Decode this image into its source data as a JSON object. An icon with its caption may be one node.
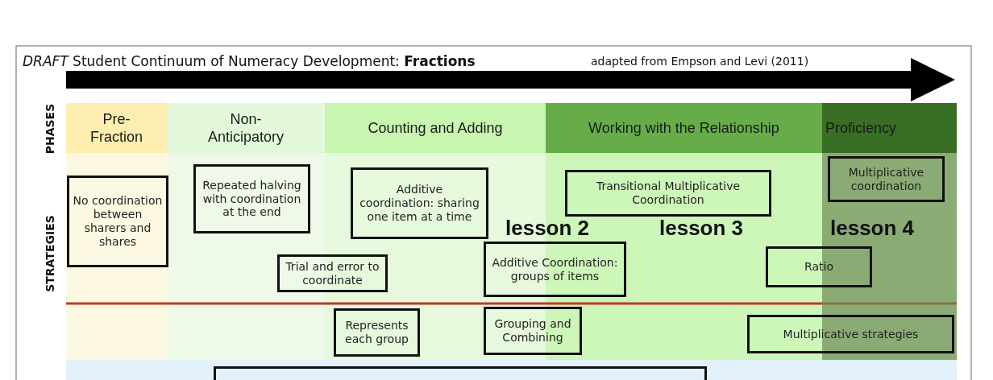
{
  "diagram": {
    "title": "*DRAFT* Student Continuum of Numeracy Development: **Fractions**",
    "nodes": [
      {
        "text": [
          "Pre- Fraction"
        ]
      },
      {
        "text": [
          "Non- Anticipatory"
        ]
      },
      {
        "text": [
          "Counting and Adding"
        ]
      },
      {
        "text": [
          "Working with the Relationship"
        ]
      },
      {
        "text": [
          "Proficiency"
        ]
      },
      {
        "text": [
          "No coordination between sharers and shares"
        ]
      },
      {
        "text": [
          "Repeated halving with coordination at the end"
        ]
      },
      {
        "text": [
          "Additive coordination: sharing one item at a time"
        ]
      },
      {
        "text": [
          "Transitional Multiplicative Coordination"
        ]
      },
      {
        "text": [
          "Multiplicative coordination"
        ]
      },
      {
        "text": [
          "Trial and error to coordinate"
        ]
      },
      {
        "text": [
          "Additive Coordination: groups of items"
        ]
      },
      {
        "text": [
          "Ratio"
        ]
      },
      {
        "text": [
          "Represents each group"
        ]
      },
      {
        "text": [
          "Grouping and Combining"
        ]
      },
      {
        "text": [
          "Multiplicative strategies"
        ]
      },
      {
        "text": [],
        "shape": "box"
      }
    ],
    "labels": [
      "adapted from Empson and Levi (2011)",
      "PHASES",
      "STRATEGIES",
      "lesson 2",
      "lesson 3",
      "lesson 4"
    ]
  }
}
